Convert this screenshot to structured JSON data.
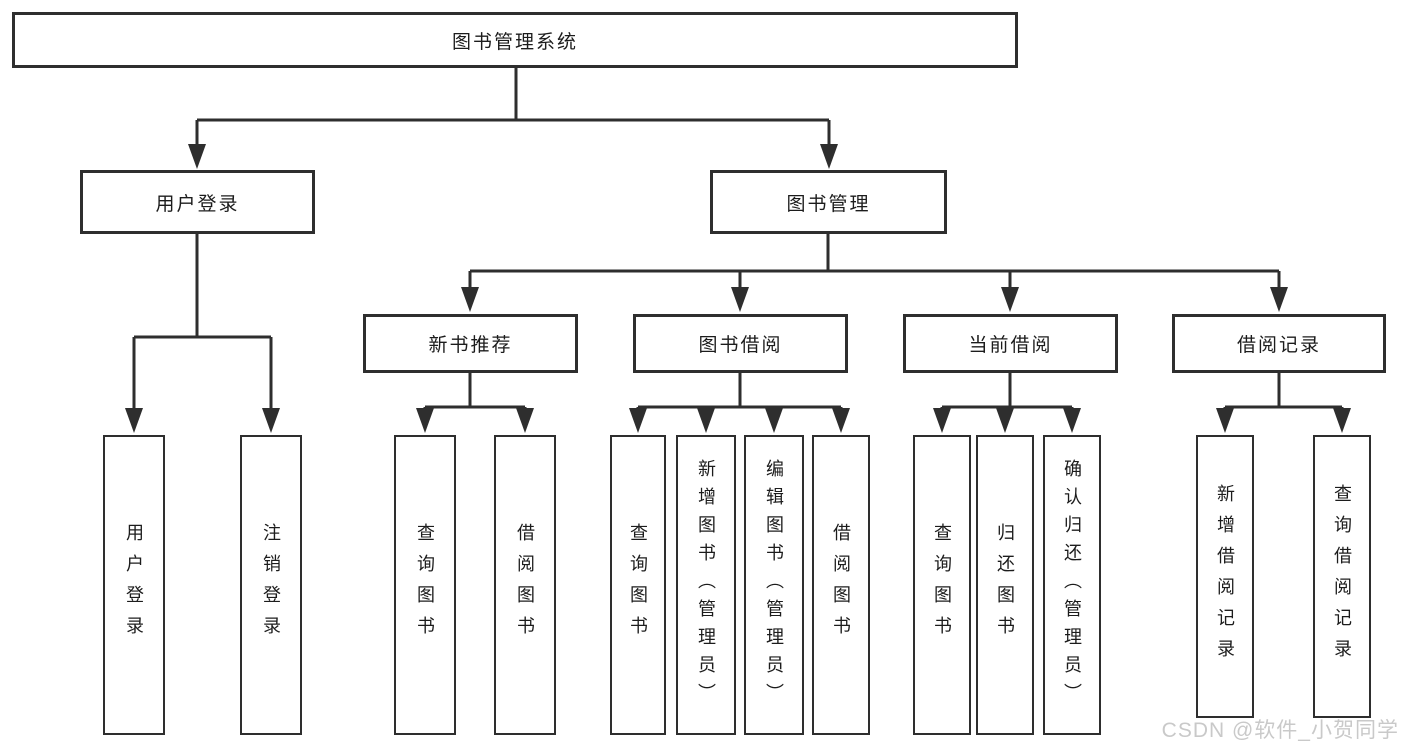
{
  "diagram": {
    "root": {
      "label": "图书管理系统"
    },
    "branches": [
      {
        "label": "用户登录",
        "children": [
          {
            "label": "用户登录"
          },
          {
            "label": "注销登录"
          }
        ]
      },
      {
        "label": "图书管理",
        "sections": [
          {
            "label": "新书推荐",
            "children": [
              {
                "label": "查询图书"
              },
              {
                "label": "借阅图书"
              }
            ]
          },
          {
            "label": "图书借阅",
            "children": [
              {
                "label": "查询图书"
              },
              {
                "label": "新增图书（管理员）"
              },
              {
                "label": "编辑图书（管理员）"
              },
              {
                "label": "借阅图书"
              }
            ]
          },
          {
            "label": "当前借阅",
            "children": [
              {
                "label": "查询图书"
              },
              {
                "label": "归还图书"
              },
              {
                "label": "确认归还（管理员）"
              }
            ]
          },
          {
            "label": "借阅记录",
            "children": [
              {
                "label": "新增借阅记录"
              },
              {
                "label": "查询借阅记录"
              }
            ]
          }
        ]
      }
    ]
  },
  "colors": {
    "line": "#2e2e2e",
    "box_border": "#2e2e2e",
    "text": "#1c1c1c",
    "watermark": "#c9c9c9"
  },
  "watermark": {
    "text": "CSDN @软件_小贺同学"
  }
}
